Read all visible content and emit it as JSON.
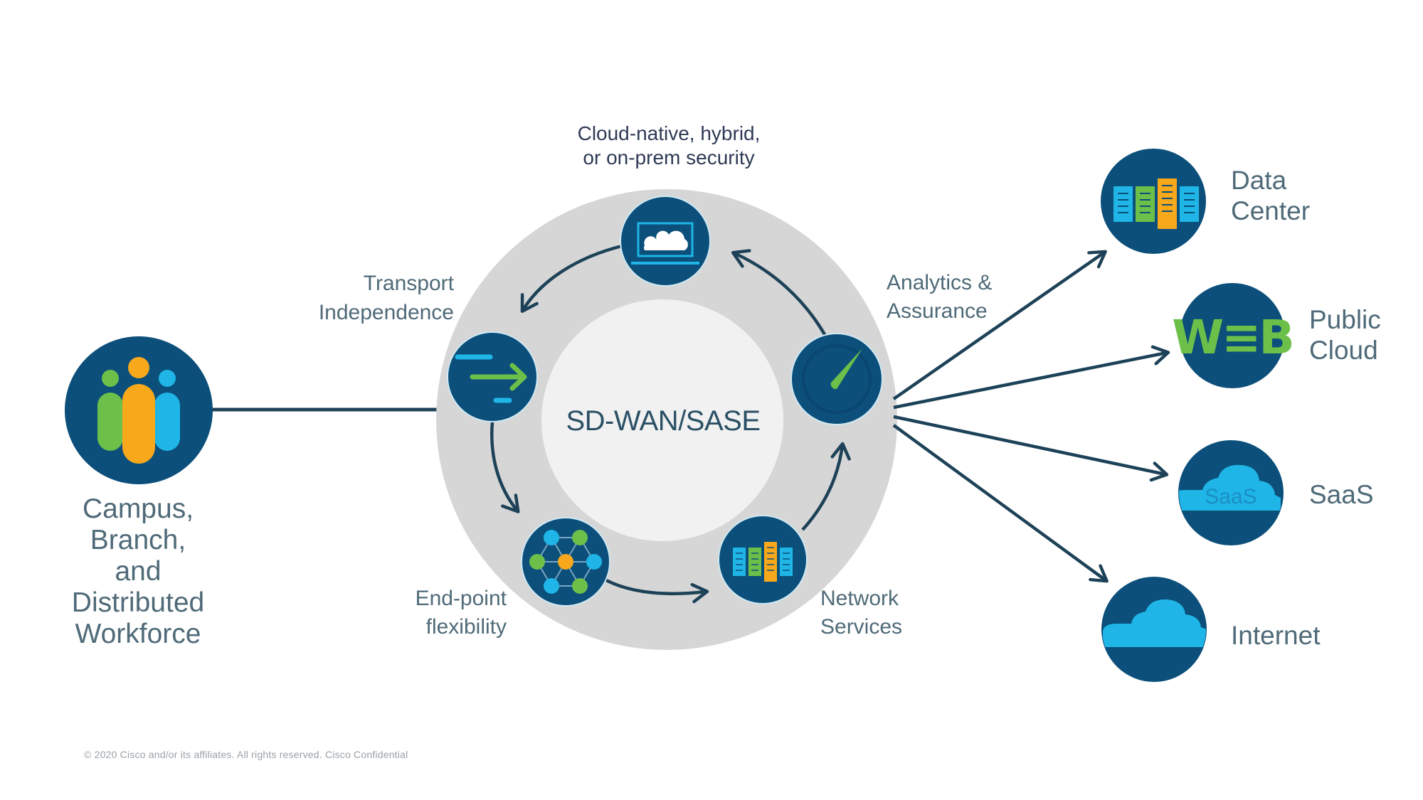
{
  "colors": {
    "navy": "#0b4f7a",
    "line": "#1d4258",
    "ring_outer": "#d6d6d6",
    "ring_inner": "#f1f1f1",
    "green": "#6cc04a",
    "cyan": "#1fb5e6",
    "orange": "#f7a81b",
    "label": "#4f6a78"
  },
  "source": {
    "label": "Campus,\nBranch,\nand\nDistributed\nWorkforce",
    "icon": "people-group-icon"
  },
  "hub": {
    "title": "SD-WAN/SASE",
    "capabilities": [
      {
        "id": "security",
        "label": "Cloud-native, hybrid,\nor on-prem security",
        "icon": "cloud-laptop-icon"
      },
      {
        "id": "transport",
        "label": "Transport\nIndependence",
        "icon": "transport-arrows-icon"
      },
      {
        "id": "endpoint",
        "label": "End-point\nflexibility",
        "icon": "endpoint-network-icon"
      },
      {
        "id": "network",
        "label": "Network\nServices",
        "icon": "server-racks-icon"
      },
      {
        "id": "analytics",
        "label": "Analytics &\nAssurance",
        "icon": "gauge-icon"
      }
    ]
  },
  "destinations": [
    {
      "id": "data-center",
      "label": "Data\nCenter",
      "icon": "server-racks-icon"
    },
    {
      "id": "public-cloud",
      "label": "Public\nCloud",
      "icon": "web-icon",
      "icon_text": "W≡B"
    },
    {
      "id": "saas",
      "label": "SaaS",
      "icon": "saas-cloud-icon",
      "icon_text": "SaaS"
    },
    {
      "id": "internet",
      "label": "Internet",
      "icon": "internet-cloud-icon"
    }
  ],
  "footer": "© 2020  Cisco  and/or its  affiliates.  All rights  reserved.     Cisco  Confidential"
}
